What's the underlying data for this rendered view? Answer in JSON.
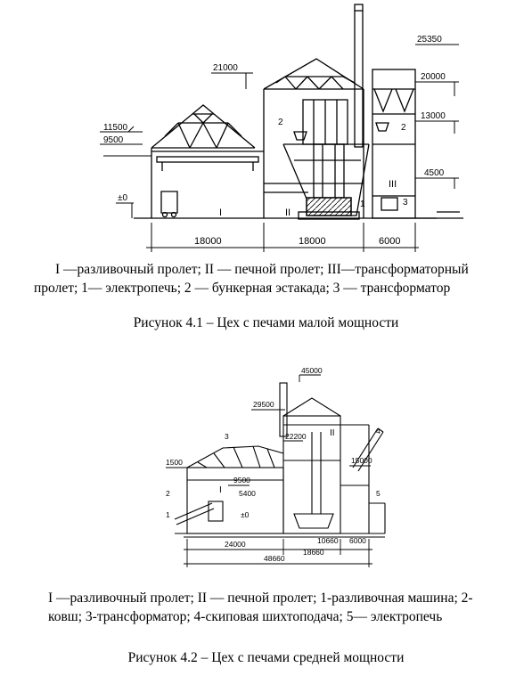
{
  "figure1": {
    "elevations": [
      "25350",
      "21000",
      "20000",
      "13000",
      "11500",
      "9500",
      "4500",
      "±0"
    ],
    "spans": [
      "18000",
      "18000",
      "6000"
    ],
    "bay_labels": [
      "I",
      "II",
      "III"
    ],
    "callouts": [
      "1",
      "2",
      "2",
      "3"
    ],
    "legend_line1": "I —разливочный пролет; II — печной пролет; III—трансформаторный",
    "legend_line2": "пролет; 1— электропечь; 2 — бункерная эстакада; 3 — трансформатор",
    "title": "Рисунок 4.1 – Цех с печами малой мощности"
  },
  "figure2": {
    "elevations": [
      "45000",
      "29500",
      "22200",
      "1500",
      "9500",
      "5400",
      "15000",
      "±0"
    ],
    "spans_row1": [
      "24000",
      "18660",
      "10660",
      "6000"
    ],
    "span_total": "48660",
    "bay_labels": [
      "I",
      "II"
    ],
    "callouts": [
      "1",
      "2",
      "3",
      "4",
      "5"
    ],
    "legend_line1": "I —разливочный пролет; II — печной пролет; 1-разливочная машина; 2-",
    "legend_line2": "ковш; 3-трансформатор; 4-скиповая шихтоподача; 5— электропечь",
    "title": "Рисунок 4.2 – Цех с печами средней мощности"
  }
}
